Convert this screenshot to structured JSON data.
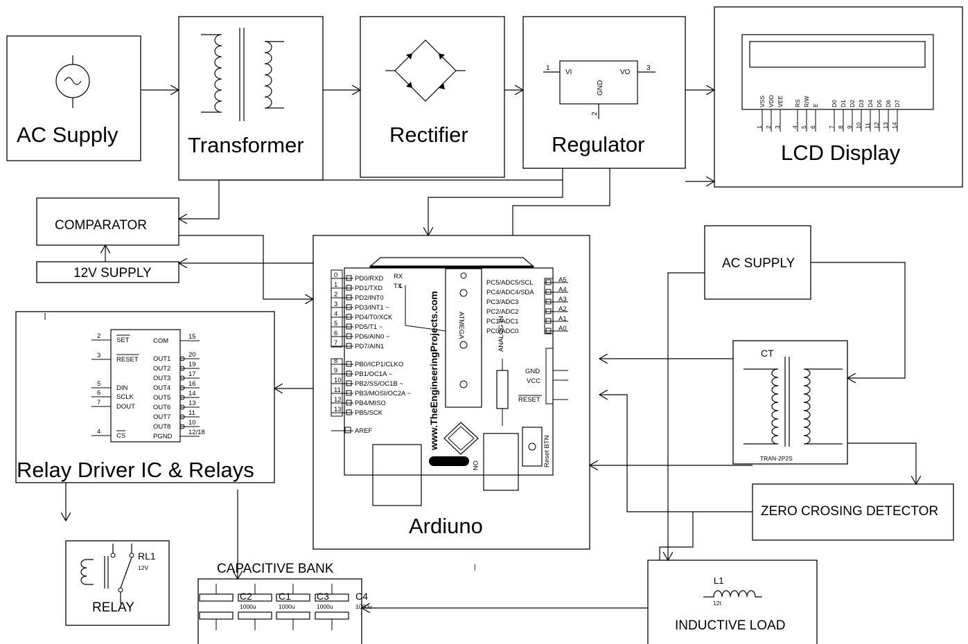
{
  "blocks": {
    "ac_supply": "AC Supply",
    "transformer": "Transformer",
    "rectifier": "Rectifier",
    "regulator": "Regulator",
    "lcd_display": "LCD Display",
    "comparator": "COMPARATOR",
    "supply_12v": "12V SUPPLY",
    "relay_driver": "Relay Driver IC & Relays",
    "arduino": "Ardiuno",
    "ac_supply_2": "AC SUPPLY",
    "zero_crossing": "ZERO CROSING DETECTOR",
    "relay": "RELAY",
    "capacitive_bank": "CAPACITIVE BANK",
    "inductive_load": "INDUCTIVE LOAD"
  },
  "regulator_pins": {
    "vi": "VI",
    "vo": "VO",
    "gnd": "GND",
    "p1": "1",
    "p2": "2",
    "p3": "3"
  },
  "lcd_pins": {
    "names": [
      "VSS",
      "VDD",
      "VEE",
      "RS",
      "R/W",
      "E",
      "D0",
      "D1",
      "D2",
      "D3",
      "D4",
      "D5",
      "D6",
      "D7"
    ],
    "numbers": [
      "1",
      "2",
      "3",
      "4",
      "5",
      "6",
      "7",
      "8",
      "9",
      "10",
      "11",
      "12",
      "13",
      "14"
    ]
  },
  "arduino": {
    "website": "www.TheEngineeringProjects.com",
    "analog_in": "ANALOG IN",
    "left_pins": [
      {
        "num": "0",
        "label": "PD0/RXD"
      },
      {
        "num": "1",
        "label": "PD1/TXD"
      },
      {
        "num": "2",
        "label": "PD2/INT0"
      },
      {
        "num": "3",
        "label": "PD3/INT1 ~"
      },
      {
        "num": "4",
        "label": "PD4/T0/XCK"
      },
      {
        "num": "5",
        "label": "PD5/T1 ~"
      },
      {
        "num": "6",
        "label": "PD6/AIN0 ~"
      },
      {
        "num": "7",
        "label": "PD7/AIN1"
      },
      {
        "num": "8",
        "label": "PB0/ICP1/CLKO"
      },
      {
        "num": "9",
        "label": "PB1/OC1A ~"
      },
      {
        "num": "10",
        "label": "PB2/SS/OC1B ~"
      },
      {
        "num": "11",
        "label": "PB3/MOSI/OC2A ~"
      },
      {
        "num": "12",
        "label": "PB4/MISO"
      },
      {
        "num": "13",
        "label": "PB5/SCK"
      }
    ],
    "aref": "AREF",
    "rx": "RX",
    "tx": "TX",
    "l_led": "L",
    "right_pins": [
      {
        "num": "A5",
        "label": "PC5/ADC5/SCL"
      },
      {
        "num": "A4",
        "label": "PC4/ADC4/SDA"
      },
      {
        "num": "A3",
        "label": "PC3/ADC3"
      },
      {
        "num": "A2",
        "label": "PC2/ADC2"
      },
      {
        "num": "A1",
        "label": "PC1/ADC1"
      },
      {
        "num": "A0",
        "label": "PC0/ADC0"
      }
    ],
    "gnd": "GND",
    "vcc": "VCC",
    "reset": "RESET",
    "reset_btn": "Reset BTN",
    "on": "ON"
  },
  "relay_ic": {
    "left_pins": [
      {
        "num": "2",
        "label": "SET"
      },
      {
        "num": "3",
        "label": "RESET"
      },
      {
        "num": "5",
        "label": "DIN"
      },
      {
        "num": "6",
        "label": "SCLK"
      },
      {
        "num": "7",
        "label": "DOUT"
      },
      {
        "num": "4",
        "label": "CS"
      }
    ],
    "right_pins": [
      {
        "num": "15",
        "label": "COM"
      },
      {
        "num": "20",
        "label": "OUT1"
      },
      {
        "num": "19",
        "label": "OUT2"
      },
      {
        "num": "17",
        "label": "OUT3"
      },
      {
        "num": "16",
        "label": "OUT4"
      },
      {
        "num": "14",
        "label": "OUT5"
      },
      {
        "num": "13",
        "label": "OUT6"
      },
      {
        "num": "11",
        "label": "OUT7"
      },
      {
        "num": "10",
        "label": "OUT8"
      },
      {
        "num": "12/18",
        "label": "PGND"
      }
    ]
  },
  "relay_sym": {
    "name": "RL1",
    "voltage": "12V"
  },
  "ct": {
    "name": "CT",
    "part": "TRAN-2P2S"
  },
  "inductor": {
    "name": "L1",
    "value": "12t"
  },
  "caps": {
    "names": [
      "C2",
      "C1",
      "C3",
      "C4"
    ],
    "values": [
      "1000u",
      "1000u",
      "1000u",
      "1000u"
    ]
  }
}
